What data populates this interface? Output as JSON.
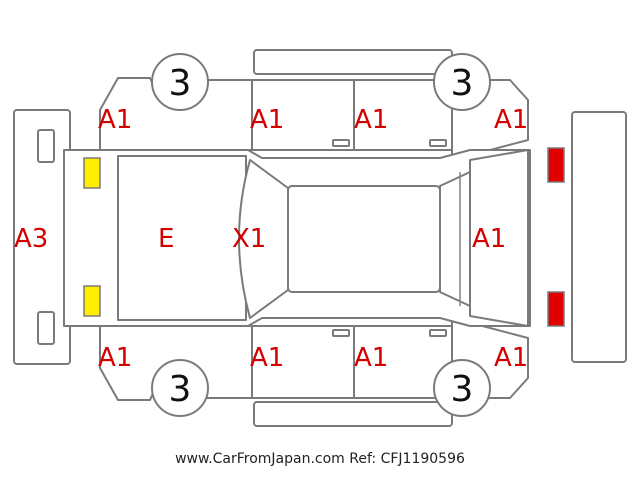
{
  "scores": {
    "front_left": "3",
    "front_right": "3",
    "rear_left": "3",
    "rear_right": "3"
  },
  "codes": {
    "top_front_fender": "A1",
    "top_front_door": "A1",
    "top_rear_door": "A1",
    "top_rear_fender": "A1",
    "front_bumper": "A3",
    "hood": "E",
    "windshield": "X1",
    "rear_panel": "A1",
    "bottom_front_fender": "A1",
    "bottom_front_door": "A1",
    "bottom_rear_door": "A1",
    "bottom_rear_fender": "A1"
  },
  "colors": {
    "code_text": "#d40000",
    "headlight_marker": "#ffee00",
    "taillight_marker": "#e00000",
    "outline": "#7a7a7a"
  },
  "footer": {
    "credit": "www.CarFromJapan.com Ref: CFJ1190596"
  }
}
